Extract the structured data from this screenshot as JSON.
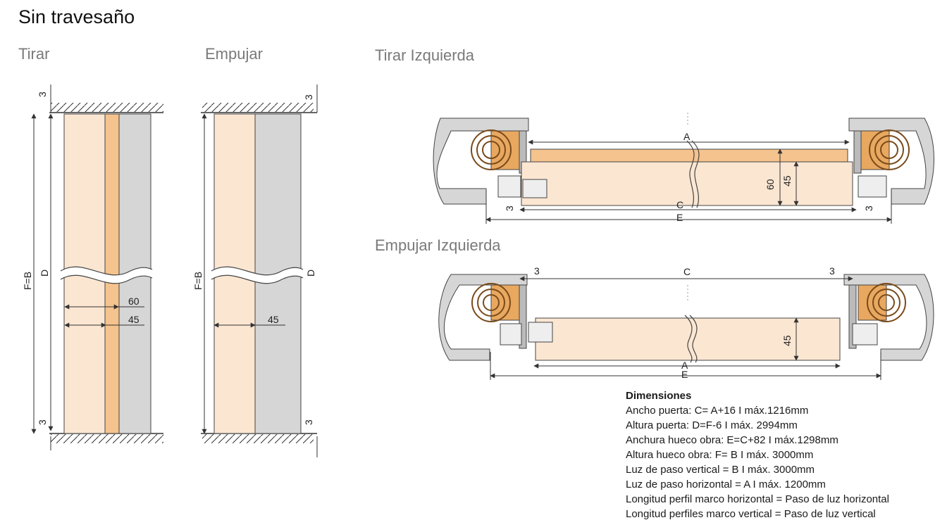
{
  "page_title": "Sin travesaño",
  "views": {
    "pull": "Tirar",
    "push": "Empujar",
    "pull_left": "Tirar Izquierda",
    "push_left": "Empujar Izquierda"
  },
  "labels": {
    "three": "3",
    "fb": "F=B",
    "d": "D",
    "sixty": "60",
    "fortyfive": "45",
    "a": "A",
    "c": "C",
    "e": "E"
  },
  "dimensions": {
    "heading": "Dimensiones",
    "lines": [
      "Ancho puerta: C= A+16 I máx.1216mm",
      "Altura puerta: D=F-6 I máx. 2994mm",
      "Anchura hueco obra: E=C+82 I máx.1298mm",
      "Altura hueco obra: F= B I máx. 3000mm",
      "Luz de paso vertical = B I máx. 3000mm",
      "Luz de paso horizontal = A I máx. 1200mm",
      "Longitud perfil marco horizontal = Paso de luz horizontal",
      "Longitud perfiles marco vertical = Paso de luz vertical"
    ]
  },
  "colors": {
    "door_panel": "#fbe6d2",
    "door_edge": "#f5c38e",
    "wall": "#d6d6d6",
    "line": "#333333",
    "wood": "#e8a860"
  }
}
